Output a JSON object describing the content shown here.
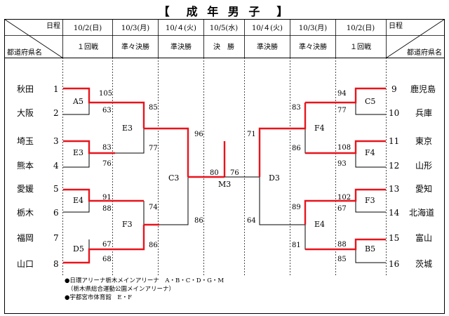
{
  "title": "【　成 年 男 子　】",
  "header": {
    "left_top": "日程",
    "left_bottom": "都道府県名",
    "right_top": "日程",
    "right_bottom": "都道府県名",
    "dates": [
      "10/2(日)",
      "10/3(月)",
      "10/４(火)",
      "10/5(水)",
      "10/４(火)",
      "10/3(月)",
      "10/2(日)"
    ],
    "rounds": [
      "１回戦",
      "準々決勝",
      "準決勝",
      "決　勝",
      "準決勝",
      "準々決勝",
      "１回戦"
    ]
  },
  "left_teams": [
    {
      "name": "秋田",
      "seed": "1"
    },
    {
      "name": "大阪",
      "seed": "2"
    },
    {
      "name": "埼玉",
      "seed": "3"
    },
    {
      "name": "熊本",
      "seed": "4"
    },
    {
      "name": "愛媛",
      "seed": "5"
    },
    {
      "name": "栃木",
      "seed": "6"
    },
    {
      "name": "福岡",
      "seed": "7"
    },
    {
      "name": "山口",
      "seed": "8"
    }
  ],
  "right_teams": [
    {
      "name": "鹿児島",
      "seed": "9"
    },
    {
      "name": "兵庫",
      "seed": "10"
    },
    {
      "name": "東京",
      "seed": "11"
    },
    {
      "name": "山形",
      "seed": "12"
    },
    {
      "name": "愛知",
      "seed": "13"
    },
    {
      "name": "北海道",
      "seed": "14"
    },
    {
      "name": "富山",
      "seed": "15"
    },
    {
      "name": "茨城",
      "seed": "16"
    }
  ],
  "matches": {
    "A5": "A5",
    "E3a": "E3",
    "E4a": "E4",
    "D5": "D5",
    "E3b": "E3",
    "F3a": "F3",
    "C3": "C3",
    "M3": "M3",
    "D3": "D3",
    "F4a": "F4",
    "E4b": "E4",
    "C5": "C5",
    "F4b": "F4",
    "F3b": "F3",
    "B5": "B5"
  },
  "scores": {
    "r1_left": [
      "105",
      "63",
      "83",
      "76",
      "91",
      "88",
      "67",
      "68"
    ],
    "qf_left": [
      "85",
      "77",
      "74",
      "86"
    ],
    "sf_left": [
      "96",
      "86"
    ],
    "final": [
      "80",
      "76"
    ],
    "sf_right": [
      "71",
      "64"
    ],
    "qf_right": [
      "83",
      "86",
      "89",
      "81"
    ],
    "r1_right": [
      "94",
      "77",
      "108",
      "93",
      "102",
      "67",
      "88",
      "85"
    ]
  },
  "notes": [
    "●日環アリーナ栃木メインアリーナ　A・B・C・D・G・M",
    "（栃木県総合運動公園メインアリーナ）",
    "●宇都宮市体育館　E・F"
  ],
  "colors": {
    "win": "#e8141c",
    "line": "#000000"
  }
}
